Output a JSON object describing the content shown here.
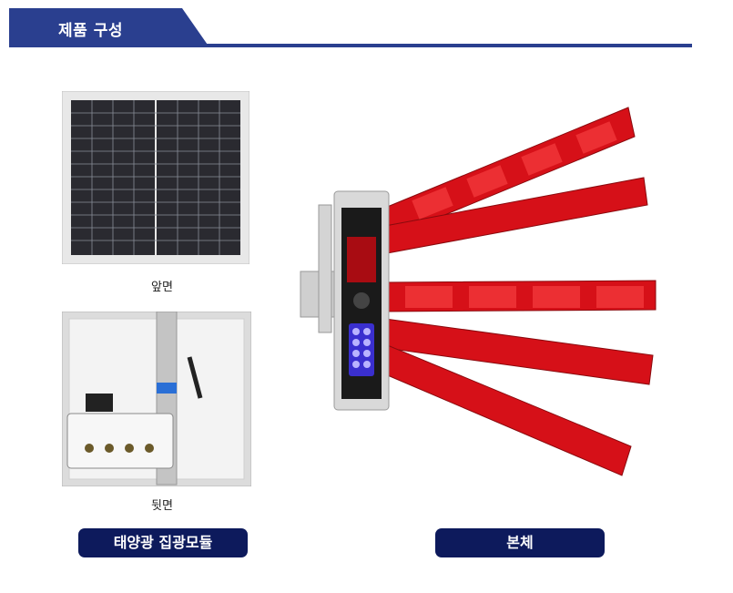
{
  "header": {
    "title": "제품 구성"
  },
  "solar": {
    "front_caption": "앞면",
    "back_caption": "뒷면",
    "label": "태양광 집광모듈"
  },
  "body_unit": {
    "label": "본체"
  },
  "colors": {
    "navy": "#2a3f8f",
    "pill": "#0d1a5c",
    "led_red": "#e0101a",
    "led_blue": "#5a4cff"
  },
  "icons": [
    "solar-panel-front",
    "solar-panel-back",
    "led-controller",
    "red-led-arms"
  ]
}
